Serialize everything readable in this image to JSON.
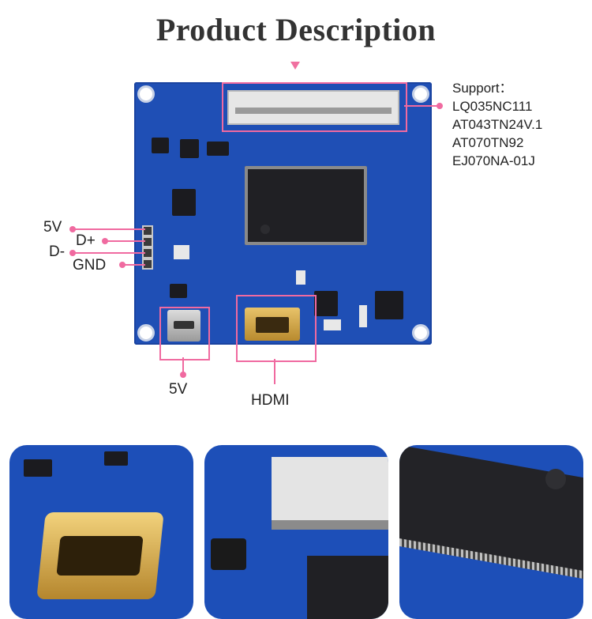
{
  "header": {
    "title": "Product Description"
  },
  "support": {
    "heading": "Support：",
    "models": [
      "LQ035NC111",
      "AT043TN24V.1",
      "AT070TN92",
      "EJ070NA-01J"
    ]
  },
  "labels": {
    "pin_5v": "5V",
    "pin_dplus": "D+",
    "pin_dminus": "D-",
    "pin_gnd": "GND",
    "usb_5v": "5V",
    "hdmi": "HDMI"
  },
  "colors": {
    "accent": "#f06aa0",
    "board": "#1f4fb5"
  }
}
